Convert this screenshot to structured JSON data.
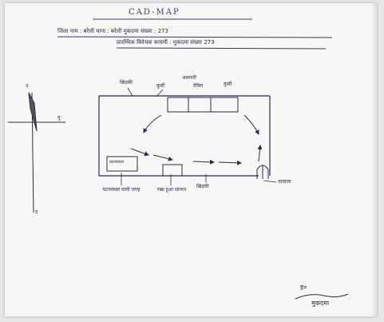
{
  "header": {
    "title": "CAD-MAP",
    "line1": "जिला नाम : बरेली   थाना : बरेली   मुकदमा संख्या : 273",
    "line2": "प्रारम्भिक विवेचक   कायमी : मुकदमा संख्या 273"
  },
  "compass": {
    "north_label": "उ",
    "east_label": "पू",
    "south_label": "द"
  },
  "map": {
    "label_top_left": "खिड़की",
    "label_top_mid": "कुर्सी",
    "label_top_right_a": "अलमारी",
    "label_top_right_b": "टेबिल",
    "label_top_right_c": "कुर्सी",
    "box_inner_label": "घटनास्थल",
    "label_bottom_left": "घटनास्थल वाली जगह",
    "label_bottom_mid": "रखा हुआ सामान",
    "label_bottom_right": "खिड़की",
    "label_door": "दरवाजा"
  },
  "signature": {
    "line1": "ह०",
    "line2": "मुकदमा"
  }
}
